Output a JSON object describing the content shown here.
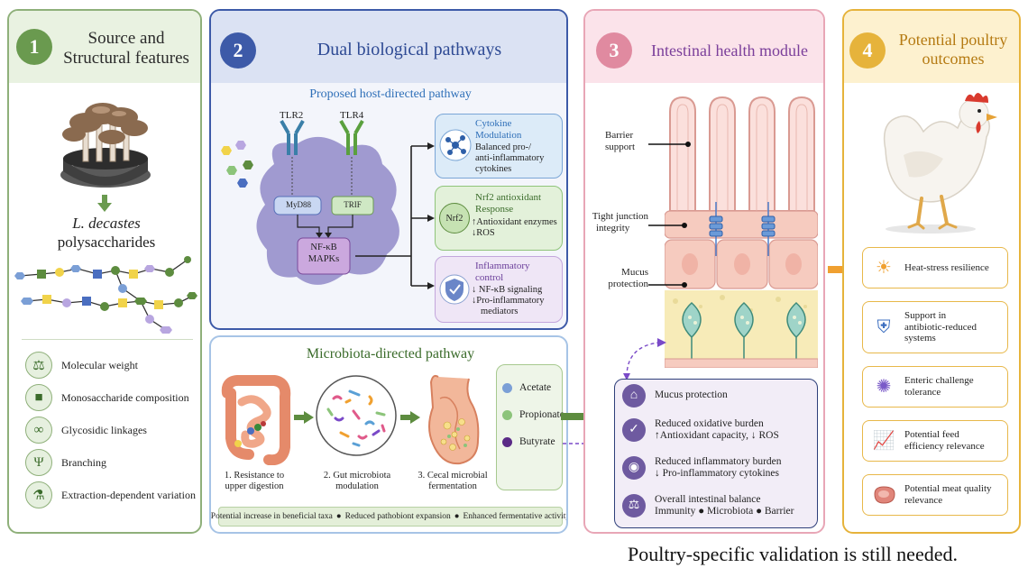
{
  "panel1": {
    "number": "1",
    "title_line1": "Source and",
    "title_line2": "Structural features",
    "species": "L. decastes",
    "compound": "polysaccharides",
    "features": [
      {
        "label": "Molecular weight",
        "icon": "scale-icon"
      },
      {
        "label": "Monosaccharide composition",
        "icon": "cube-icon"
      },
      {
        "label": "Glycosidic linkages",
        "icon": "link-icon"
      },
      {
        "label": "Branching",
        "icon": "branch-icon"
      },
      {
        "label": "Extraction-dependent variation",
        "icon": "flask-icon"
      }
    ]
  },
  "panel2": {
    "number": "2",
    "title": "Dual biological pathways",
    "host_title": "Proposed host-directed pathway",
    "receptors": [
      "TLR2",
      "TLR4"
    ],
    "adaptors": [
      "MyD88",
      "TRIF"
    ],
    "core": [
      "NF-κB",
      "MAPKs"
    ],
    "responses": [
      {
        "title": "Cytokine",
        "title2": "Modulation",
        "desc1": "Balanced pro-/",
        "desc2": "anti-inflammatory",
        "desc3": "cytokines"
      },
      {
        "title": "Nrf2 antioxidant",
        "title2": "Response",
        "badge": "Nrf2",
        "desc1": "Antioxidant enzymes",
        "desc2": "ROS"
      },
      {
        "title": "Inflammatory",
        "title2": "control",
        "desc1": "NF-κB signaling",
        "desc2": "Pro-inflammatory",
        "desc3": "mediators"
      }
    ]
  },
  "microbiota": {
    "title": "Microbiota-directed pathway",
    "steps": [
      {
        "line1": "1. Resistance to",
        "line2": "upper digestion"
      },
      {
        "line1": "2. Gut microbiota",
        "line2": "modulation"
      },
      {
        "line1": "3. Cecal microbial",
        "line2": "fermentation"
      }
    ],
    "scfa": [
      {
        "label": "Acetate",
        "color": "#7b9fd6"
      },
      {
        "label": "Propionate",
        "color": "#8cc47a"
      },
      {
        "label": "Butyrate",
        "color": "#5a2a86"
      }
    ],
    "footer_parts": [
      "Potential increase in beneficial taxa",
      "Reduced pathobiont expansion",
      "Enhanced fermentative activity"
    ]
  },
  "panel3": {
    "number": "3",
    "title": "Intestinal health module",
    "labels": [
      {
        "line1": "Barrier",
        "line2": "support"
      },
      {
        "line1": "Tight junction",
        "line2": "integrity"
      },
      {
        "line1": "Mucus",
        "line2": "protection"
      }
    ],
    "outcomes": [
      {
        "line1": "Mucus protection",
        "line2": "",
        "icon": "house-icon"
      },
      {
        "line1": "Reduced oxidative burden",
        "line2": "Antioxidant capacity,",
        "line3": "ROS",
        "icon": "shield-check-icon"
      },
      {
        "line1": "Reduced inflammatory burden",
        "line2": "Pro-inflammatory cytokines",
        "icon": "cell-icon"
      },
      {
        "line1": "Overall intestinal balance",
        "line2": "Immunity",
        "line3": "Microbiota",
        "line4": "Barrier",
        "icon": "balance-icon"
      }
    ]
  },
  "panel4": {
    "number": "4",
    "title_line1": "Potential poultry",
    "title_line2": "outcomes",
    "outcomes": [
      {
        "line1": "Heat-stress resilience",
        "line2": "",
        "icon": "sun-icon"
      },
      {
        "line1": "Support in",
        "line2": "antibiotic-reduced",
        "line3": "systems",
        "icon": "shield-plus-icon"
      },
      {
        "line1": "Enteric challenge",
        "line2": "tolerance",
        "icon": "microbe-icon"
      },
      {
        "line1": "Potential feed",
        "line2": "efficiency relevance",
        "icon": "chart-up-icon"
      },
      {
        "line1": "Potential meat quality",
        "line2": "relevance",
        "icon": "meat-icon"
      }
    ]
  },
  "footnote": "Poultry-specific validation is still needed.",
  "colors": {
    "green": "#6a9a4f",
    "blue": "#3d5aa8",
    "pink": "#e08aa0",
    "gold": "#e6b33b",
    "purple": "#5a3e8a"
  }
}
